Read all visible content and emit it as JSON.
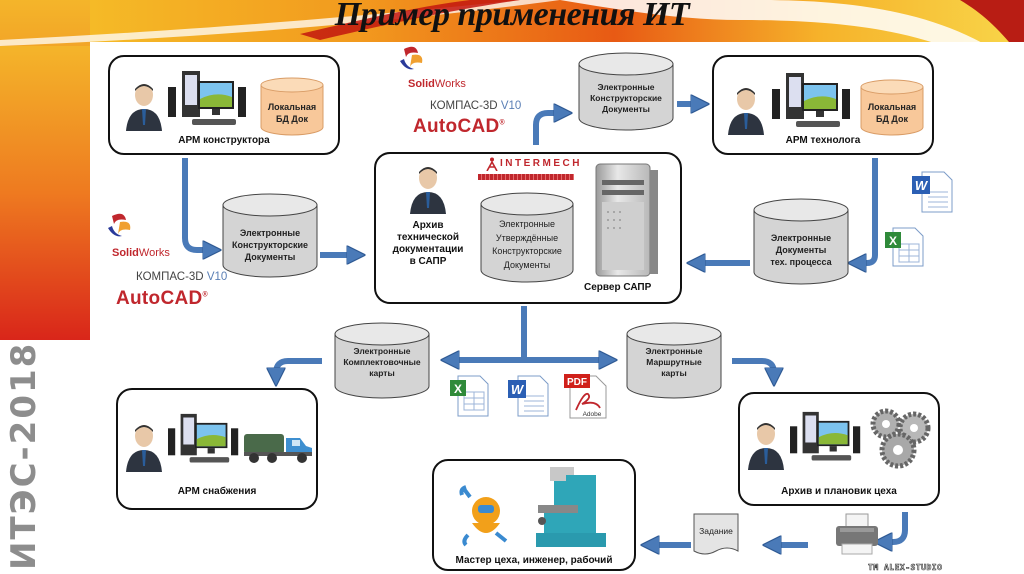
{
  "slide": {
    "title": "Пример применения ИТ",
    "side_label": "ИТЭС-2018",
    "watermark": "TM ALEX-STUDIO"
  },
  "colors": {
    "arrow": "#4a7ab8",
    "arrow_dark": "#2f5a94",
    "cylinder_gray": "#d4d4d4",
    "cylinder_orange": "#f8c89a",
    "brand_red": "#c0272d",
    "swoosh_orange": "#f07a1a",
    "swoosh_yellow": "#f6c52a",
    "side_label_gray": "#8d8d8d"
  },
  "software": {
    "solidworks": {
      "bold": "Solid",
      "light": "Works"
    },
    "kompas": {
      "name": "КОМПАС-3D ",
      "version": "V10"
    },
    "autocad": {
      "name": "AutoCAD",
      "mark": "®"
    },
    "intermech": "INTERMECH"
  },
  "workstations": {
    "designer": {
      "label": "АРМ конструктора",
      "local_db": [
        "Локальная",
        "БД Док"
      ]
    },
    "technologist": {
      "label": "АРМ технолога",
      "local_db": [
        "Локальная",
        "БД Док"
      ]
    },
    "supply": {
      "label": "АРМ снабжения"
    },
    "shop_planner": {
      "label": "Архив и плановик цеха"
    },
    "shop_floor": {
      "label": "Мастер цеха, инженер, рабочий"
    }
  },
  "archive": {
    "label": [
      "Архив",
      "технической",
      "документации",
      "в САПР"
    ],
    "db": [
      "Электронные",
      "Утверждённые",
      "Конструкторские",
      "Документы"
    ],
    "server_label": "Сервер САПР"
  },
  "databases": {
    "design_docs_top": [
      "Электронные",
      "Конструкторские",
      "Документы"
    ],
    "design_docs_left": [
      "Электронные",
      "Конструкторские",
      "Документы"
    ],
    "process_docs": [
      "Электронные",
      "Документы",
      "тех. процесса"
    ],
    "kit_cards": [
      "Электронные",
      "Комплектовочные",
      "карты"
    ],
    "route_cards": [
      "Электронные",
      "Маршрутные",
      "карты"
    ]
  },
  "file_icons": {
    "pdf_label": "PDF",
    "adobe_label": "Adobe",
    "word_label": "W",
    "excel_label": "X"
  },
  "task_doc": "Задание"
}
